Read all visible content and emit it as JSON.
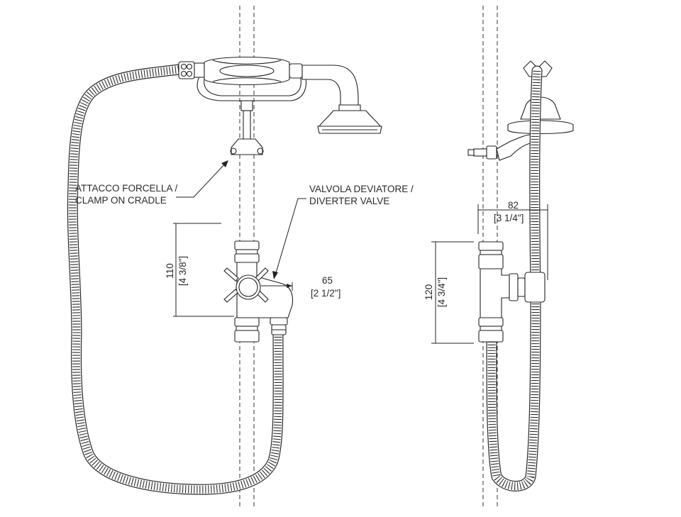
{
  "labels": {
    "clamp_it": "ATTACCO FORCELLA /",
    "clamp_en": "CLAMP ON CRADLE",
    "valve_it": "VALVOLA DEVIATORE /",
    "valve_en": "DIVERTER VALVE"
  },
  "front_view": {
    "height_mm": "110",
    "height_in": "[4 3/8\"]",
    "width_mm": "65",
    "width_in": "[2 1/2\"]"
  },
  "side_view": {
    "depth_mm": "82",
    "depth_in": "[3 1/4\"]",
    "height_mm": "120",
    "height_in": "[4 3/4\"]"
  }
}
